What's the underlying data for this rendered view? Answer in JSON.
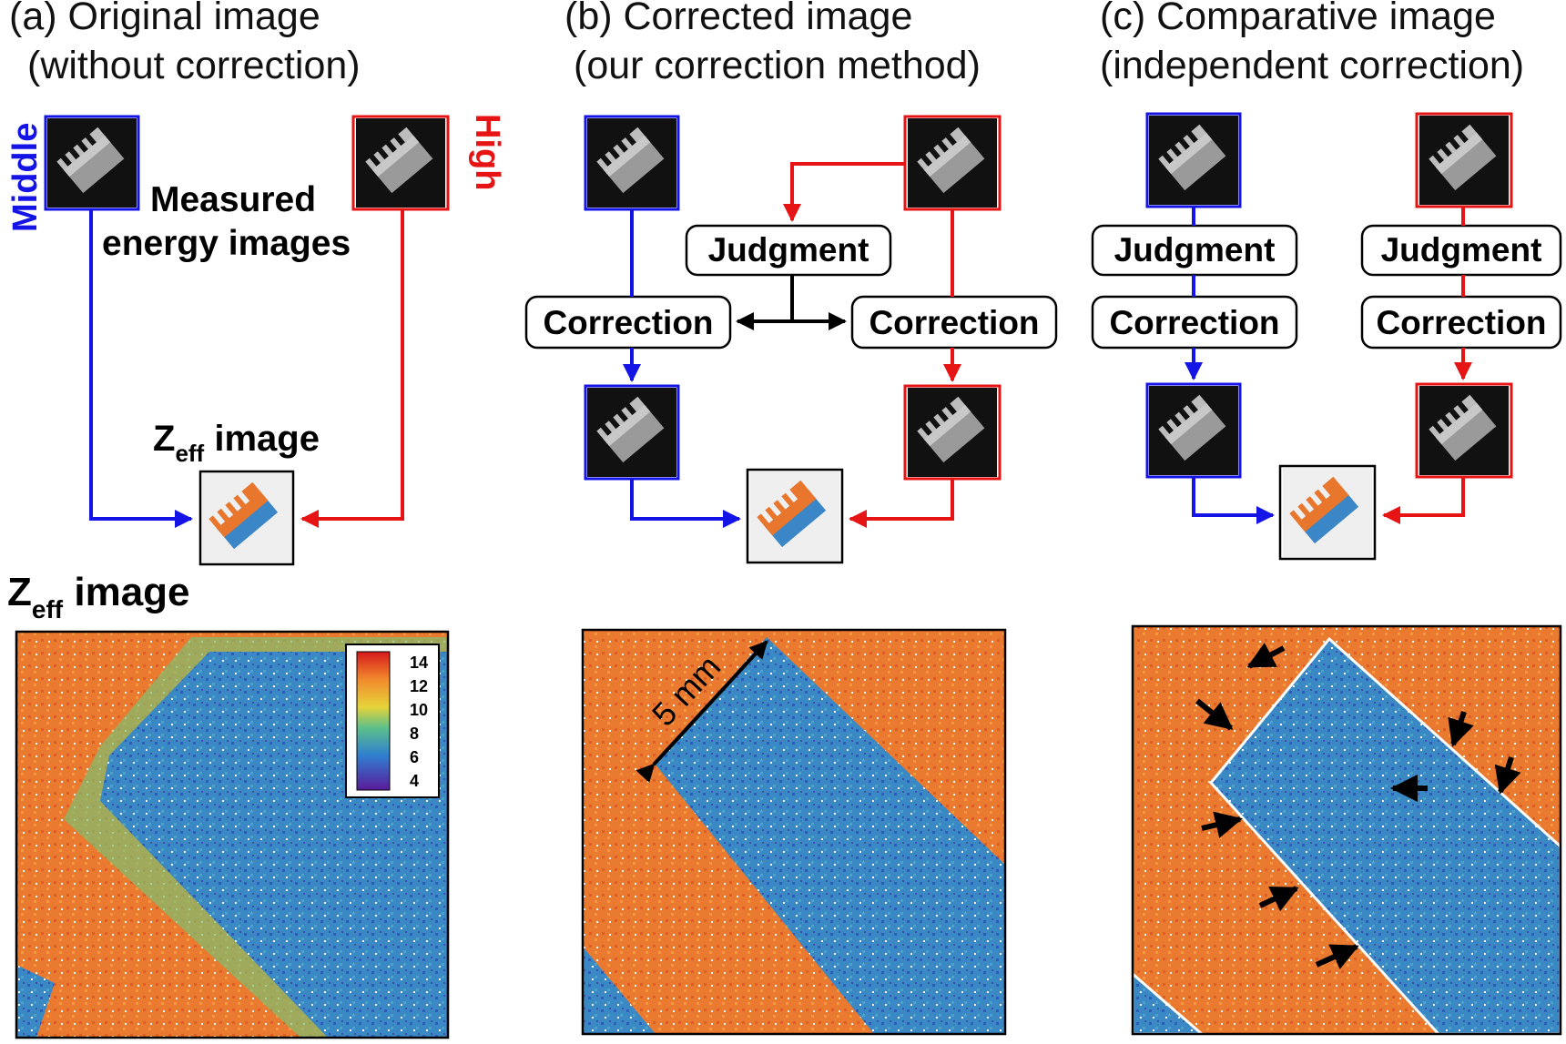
{
  "colors": {
    "middle": "#1414e6",
    "high": "#e61414",
    "black": "#000000",
    "dark_frame": "#1a1a1a",
    "orange": "#e8762c",
    "blue_region": "#2f86c8"
  },
  "panels": {
    "a": {
      "title_line1": "(a) Original image",
      "title_line2": "(without correction)",
      "side_label_middle": "Middle",
      "side_label_high": "High",
      "measured_line1": "Measured",
      "measured_line2": "energy images",
      "zeff_image_label_main": "Z",
      "zeff_image_label_sub": "eff",
      "zeff_image_label_rest": " image"
    },
    "b": {
      "title_line1": "(b) Corrected image",
      "title_line2": "(our correction method)",
      "judgment": "Judgment",
      "correction_left": "Correction",
      "correction_right": "Correction",
      "scale_label": "5 mm"
    },
    "c": {
      "title_line1": "(c) Comparative image",
      "title_line2": "(independent correction)",
      "judgment_left": "Judgment",
      "judgment_right": "Judgment",
      "correction_left": "Correction",
      "correction_right": "Correction"
    }
  },
  "bottom_heading": {
    "main": "Z",
    "sub": "eff",
    "rest": " image"
  },
  "colorbar": {
    "ticks": [
      "14",
      "12",
      "10",
      "8",
      "6",
      "4"
    ]
  }
}
